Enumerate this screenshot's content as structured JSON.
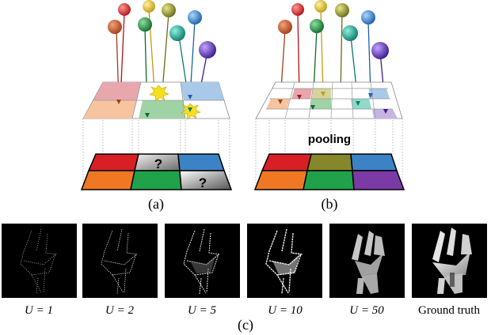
{
  "panel_a": {
    "label": "(a)",
    "colors": {
      "red": "#d91f26",
      "orange": "#f07822",
      "green": "#1fa24a",
      "blue": "#3b83c6",
      "olive": "#86862a",
      "purple": "#7b3aa6",
      "yellow": "#f4e11b",
      "teal": "#1a9a8a",
      "darkgreen": "#1e7c3c",
      "pink": "#e8a6ad",
      "lightorange": "#f7c49f",
      "lightgreen": "#9fd3a6",
      "lightblue": "#a8c9e8"
    },
    "unknown_mark": "?"
  },
  "panel_b": {
    "label": "(b)",
    "pooling_label": "pooling"
  },
  "panel_c": {
    "label": "(c)",
    "captions": [
      "U = 1",
      "U = 2",
      "U = 5",
      "U = 10",
      "U = 50",
      "Ground truth"
    ]
  }
}
